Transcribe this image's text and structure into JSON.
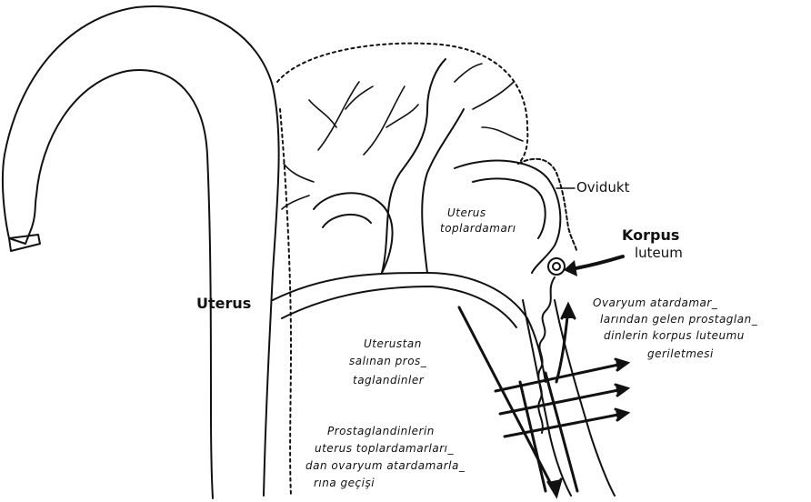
{
  "diagram": {
    "labels": {
      "uterus": "Uterus",
      "ovidukt": "Ovidukt",
      "uterus_vein_line1": "Uterus",
      "uterus_vein_line2": "toplardamarı",
      "korpus_line1": "Korpus",
      "korpus_line2": "luteum",
      "ovary_artery_line1": "Ovaryum atardamar_",
      "ovary_artery_line2": "larından gelen prostaglan_",
      "ovary_artery_line3": "dinlerin korpus luteumu",
      "ovary_artery_line4": "geriletmesi",
      "uterus_pg_line1": "Uterustan",
      "uterus_pg_line2": "salınan pros_",
      "uterus_pg_line3": "taglandinler",
      "transfer_line1": "Prostaglandinlerin",
      "transfer_line2": "uterus toplardamarları_",
      "transfer_line3": "dan ovaryum atardamarla_",
      "transfer_line4": "rına geçişi"
    },
    "colors": {
      "ink": "#111111",
      "paper": "#ffffff"
    }
  }
}
